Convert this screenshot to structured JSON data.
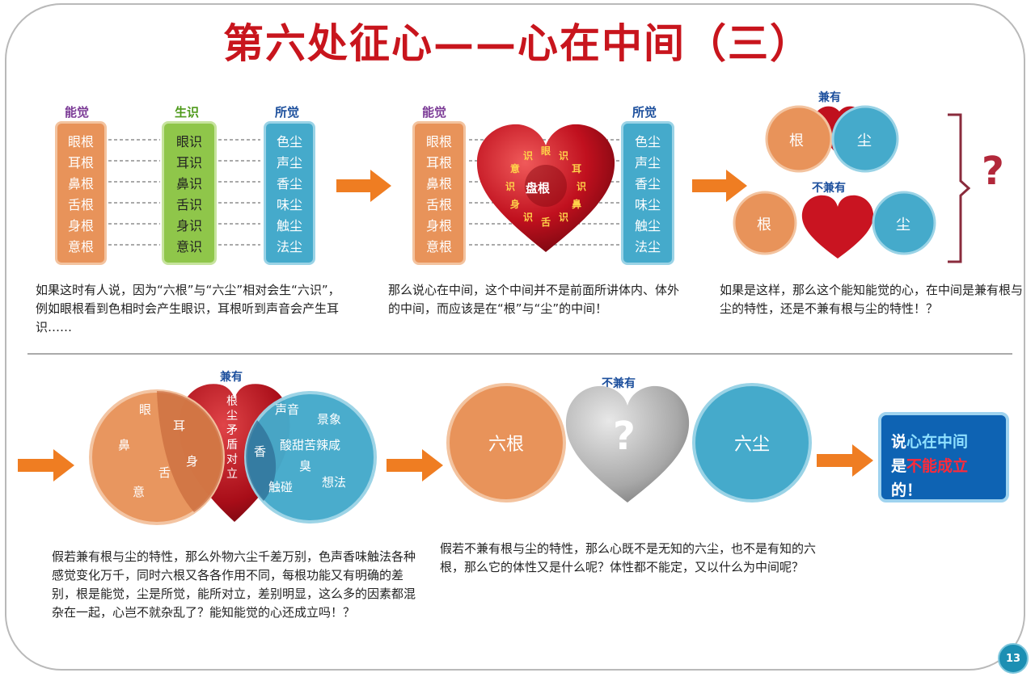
{
  "title": "第六处征心——心在中间（三）",
  "panel1": {
    "header_left": "能觉",
    "header_mid": "生识",
    "header_right": "所觉",
    "roots": [
      "眼根",
      "耳根",
      "鼻根",
      "舌根",
      "身根",
      "意根"
    ],
    "consciousness": [
      "眼识",
      "耳识",
      "鼻识",
      "舌识",
      "身识",
      "意识"
    ],
    "dusts": [
      "色尘",
      "声尘",
      "香尘",
      "味尘",
      "触尘",
      "法尘"
    ],
    "caption": "如果这时有人说，因为“六根”与“六尘”相对会生“六识”，例如眼根看到色相时会产生眼识，耳根听到声音会产生耳识……"
  },
  "panel2": {
    "header_left": "能觉",
    "header_right": "所觉",
    "roots": [
      "眼根",
      "耳根",
      "鼻根",
      "舌根",
      "身根",
      "意根"
    ],
    "dusts": [
      "色尘",
      "声尘",
      "香尘",
      "味尘",
      "触尘",
      "法尘"
    ],
    "heart_center": "盘根",
    "heart_ring": "眼识耳识鼻识舌识身识意识",
    "caption": "那么说心在中间，这个中间并不是前面所讲体内、体外的中间，而应该是在“根”与“尘”的中间！"
  },
  "panel3": {
    "label_top": "兼有",
    "label_bottom": "不兼有",
    "root": "根",
    "dust": "尘",
    "question": "?",
    "caption": "如果是这样，那么这个能知能觉的心，在中间是兼有根与尘的特性，还是不兼有根与尘的特性！？"
  },
  "panel4": {
    "label": "兼有",
    "left_words": [
      "眼",
      "耳",
      "鼻",
      "身",
      "舌",
      "意"
    ],
    "heart_words": "根尘矛盾对立",
    "right_words": [
      "声音",
      "景象",
      "香",
      "酸甜苦辣咸",
      "臭",
      "触碰",
      "想法"
    ],
    "caption": "假若兼有根与尘的特性，那么外物六尘千差万别，色声香味触法各种感觉变化万千，同时六根又各各作用不同，每根功能又有明确的差别，根是能觉，尘是所觉，能所对立，差别明显，这么多的因素都混杂在一起，心岂不就杂乱了？能知能觉的心还成立吗！？"
  },
  "panel5": {
    "label": "不兼有",
    "left": "六根",
    "middle": "?",
    "right": "六尘",
    "caption": "假若不兼有根与尘的特性，那么心既不是无知的六尘，也不是有知的六根，那么它的体性又是什么呢？体性都不能定，又以什么为中间呢？"
  },
  "conclusion": {
    "line1_prefix": "说",
    "line1_highlight": "心在中间",
    "line2_prefix": "是",
    "line2_highlight": "不能成立",
    "line2_suffix": "的！"
  },
  "page_number": "13",
  "colors": {
    "title": "#c8151d",
    "orange": "#e8935a",
    "green": "#8fc64a",
    "blue": "#45aacb",
    "heart": "#c0101e",
    "arrow": "#ef7d22",
    "conclusion_bg": "#0e63b3"
  }
}
